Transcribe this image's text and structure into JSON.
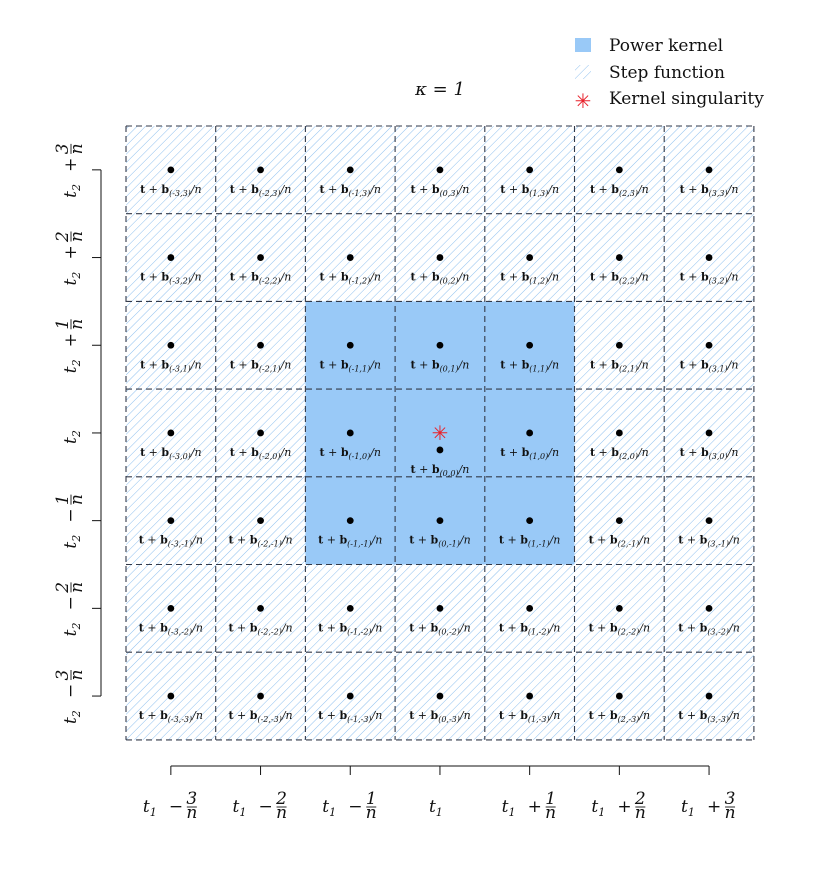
{
  "title": "κ = 1",
  "legend": [
    {
      "label": "Power kernel",
      "kind": "fill",
      "color": "#99c9f7"
    },
    {
      "label": "Step function",
      "kind": "hatch",
      "color": "#7ab4ea"
    },
    {
      "label": "Kernel singularity",
      "kind": "star",
      "color": "#e8212b"
    }
  ],
  "colors": {
    "power_kernel_fill": "#99c9f7",
    "hatch_line": "#8ec0ef",
    "grid_dash": "#333a4a",
    "singularity": "#e8212b",
    "point": "#000000"
  },
  "grid": {
    "cols": [
      -3,
      -2,
      -1,
      0,
      1,
      2,
      3
    ],
    "rows": [
      3,
      2,
      1,
      0,
      -1,
      -2,
      -3
    ],
    "power_kernel_cells": {
      "col_range": [
        -1,
        1
      ],
      "row_range": [
        -1,
        1
      ]
    },
    "singularity_cell": [
      0,
      0
    ]
  },
  "x_axis": {
    "ticks": [
      {
        "base": "t",
        "sub": "1",
        "op": "−",
        "num": "3",
        "den": "n"
      },
      {
        "base": "t",
        "sub": "1",
        "op": "−",
        "num": "2",
        "den": "n"
      },
      {
        "base": "t",
        "sub": "1",
        "op": "−",
        "num": "1",
        "den": "n"
      },
      {
        "base": "t",
        "sub": "1",
        "op": "",
        "num": "",
        "den": ""
      },
      {
        "base": "t",
        "sub": "1",
        "op": "+",
        "num": "1",
        "den": "n"
      },
      {
        "base": "t",
        "sub": "1",
        "op": "+",
        "num": "2",
        "den": "n"
      },
      {
        "base": "t",
        "sub": "1",
        "op": "+",
        "num": "3",
        "den": "n"
      }
    ]
  },
  "y_axis": {
    "ticks": [
      {
        "base": "t",
        "sub": "2",
        "op": "+",
        "num": "3",
        "den": "n"
      },
      {
        "base": "t",
        "sub": "2",
        "op": "+",
        "num": "2",
        "den": "n"
      },
      {
        "base": "t",
        "sub": "2",
        "op": "+",
        "num": "1",
        "den": "n"
      },
      {
        "base": "t",
        "sub": "2",
        "op": "",
        "num": "",
        "den": ""
      },
      {
        "base": "t",
        "sub": "2",
        "op": "−",
        "num": "1",
        "den": "n"
      },
      {
        "base": "t",
        "sub": "2",
        "op": "−",
        "num": "2",
        "den": "n"
      },
      {
        "base": "t",
        "sub": "2",
        "op": "−",
        "num": "3",
        "den": "n"
      }
    ]
  },
  "cell_label": {
    "t": "t",
    "plus": " + ",
    "b": "b",
    "suffix": "/n"
  }
}
